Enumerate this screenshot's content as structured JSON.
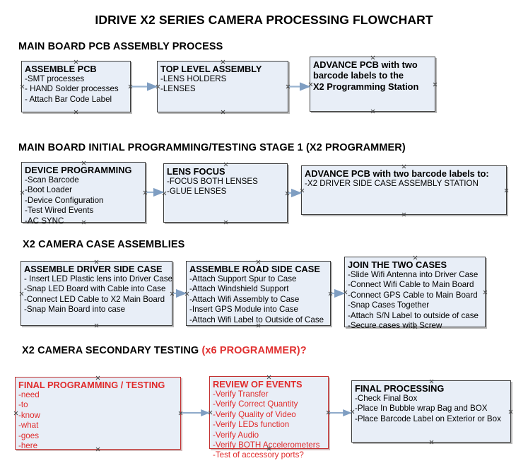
{
  "document": {
    "title": "IDRIVE X2  SERIES CAMERA PROCESSING FLOWCHART",
    "accent_color": "#e02b2b",
    "box_fill": "#e8eef7",
    "box_border": "#3b3b3b",
    "connector_color": "#8fa9c6"
  },
  "sections": [
    {
      "id": "main-board-pcb-assembly-process",
      "header": "MAIN BOARD PCB ASSEMBLY PROCESS",
      "header_accent": "",
      "nodes": [
        {
          "id": "assemble-pcb",
          "title": "ASSEMBLE PCB",
          "lines": [
            "-SMT processes",
            "- HAND Solder processes",
            "- Attach Bar Code Label"
          ]
        },
        {
          "id": "top-level-assembly",
          "title": "TOP LEVEL ASSEMBLY",
          "lines": [
            "-LENS HOLDERS",
            "-LENSES"
          ]
        },
        {
          "id": "advance-pcb-to-x2-programming-station",
          "title": "ADVANCE PCB with two",
          "lines": [
            "barcode labels to the",
            " X2 Programming Station"
          ]
        }
      ]
    },
    {
      "id": "main-board-initial-programming-testing-stage-1",
      "header": "MAIN BOARD INITIAL PROGRAMMING/TESTING STAGE 1 (X2 PROGRAMMER)",
      "header_accent": "",
      "nodes": [
        {
          "id": "device-programming",
          "title": "DEVICE PROGRAMMING",
          "lines": [
            "-Scan Barcode",
            "-Boot Loader",
            "-Device Configuration",
            "-Test Wired Events",
            "-AC SYNC"
          ]
        },
        {
          "id": "lens-focus",
          "title": "LENS FOCUS",
          "lines": [
            "-FOCUS BOTH LENSES",
            "-GLUE LENSES"
          ]
        },
        {
          "id": "advance-pcb-to-driver-side-case-assembly-station",
          "title": "ADVANCE PCB with two barcode labels to:",
          "lines": [
            "-X2 DRIVER  SIDE  CASE  ASSEMBLY STATION"
          ]
        }
      ]
    },
    {
      "id": "x2-camera-case-assemblies",
      "header": "X2 CAMERA CASE ASSEMBLIES",
      "header_accent": "",
      "nodes": [
        {
          "id": "assemble-driver-side-case",
          "title": "ASSEMBLE DRIVER SIDE CASE",
          "lines": [
            "- Insert LED Plastic lens into Driver Case",
            "-Snap LED Board with Cable into Case",
            "-Connect LED Cable to X2 Main Board",
            "-Snap Main Board into case"
          ]
        },
        {
          "id": "assemble-road-side-case",
          "title": "ASSEMBLE ROAD SIDE CASE",
          "lines": [
            "-Attach Support Spur to Case",
            "-Attach Windshield Support",
            "-Attach Wifi Assembly to Case",
            "-Insert GPS Module into Case",
            "-Attach Wifi Label to Outside of Case"
          ]
        },
        {
          "id": "join-the-two-cases",
          "title": "JOIN THE TWO CASES",
          "lines": [
            "-Slide Wifi Antenna into Driver Case",
            "-Connect Wifi Cable to Main Board",
            "-Connect GPS Cable to Main Board",
            "-Snap Cases Together",
            "-Attach S/N Label to outside of case",
            "-Secure cases with Screw"
          ]
        }
      ]
    },
    {
      "id": "x2-camera-secondary-testing",
      "header": "X2 CAMERA SECONDARY TESTING ",
      "header_accent": "(x6 PROGRAMMER)?",
      "nodes": [
        {
          "id": "final-programming-testing",
          "title": "FINAL PROGRAMMING / TESTING",
          "lines": [
            "-need",
            "-to",
            "-know",
            "-what",
            "-goes",
            "-here"
          ]
        },
        {
          "id": "review-of-events",
          "title": "REVIEW OF EVENTS",
          "lines": [
            "-Verify Transfer",
            "-Verify Correct Quantity",
            "-Verify Quality of Video",
            "-Verify LEDs function",
            "-Verify Audio",
            "-Verify BOTH Accelerometers",
            "-Test of accessory ports?"
          ]
        },
        {
          "id": "final-processing",
          "title": "FINAL PROCESSING",
          "lines": [
            " -Check Final Box",
            "-Place In Bubble wrap Bag and BOX",
            "-Place Barcode Label on Exterior or Box"
          ]
        }
      ]
    }
  ]
}
